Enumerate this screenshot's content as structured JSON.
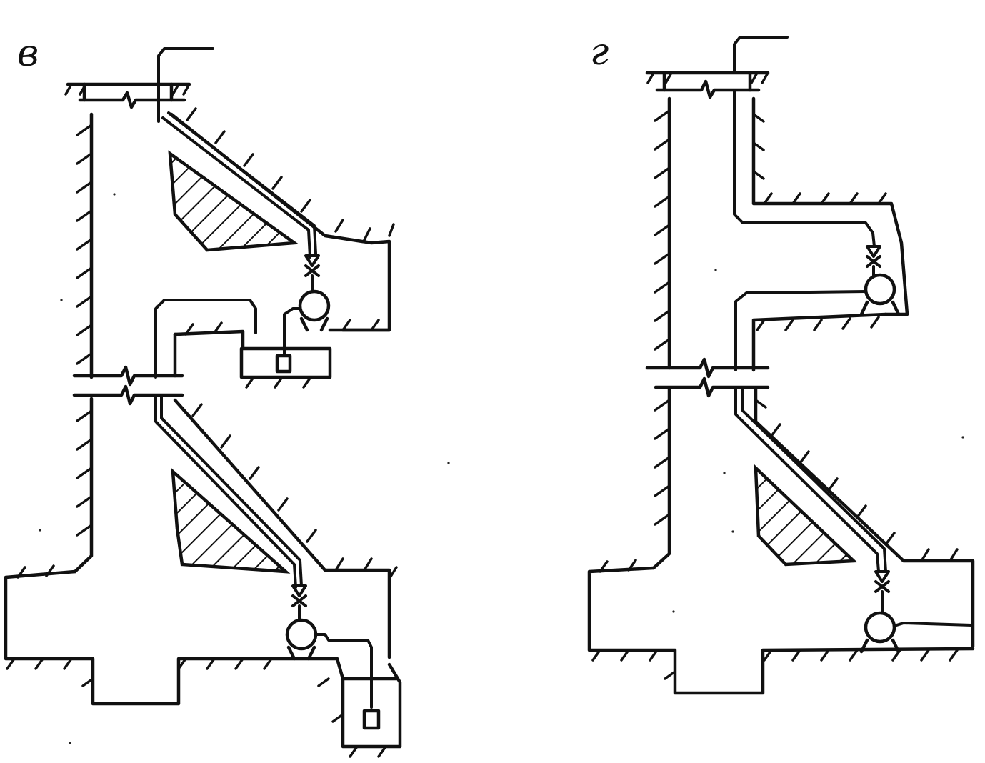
{
  "diagram": {
    "panels": [
      {
        "id": "v",
        "label": "в"
      },
      {
        "id": "g",
        "label": "г"
      }
    ]
  }
}
